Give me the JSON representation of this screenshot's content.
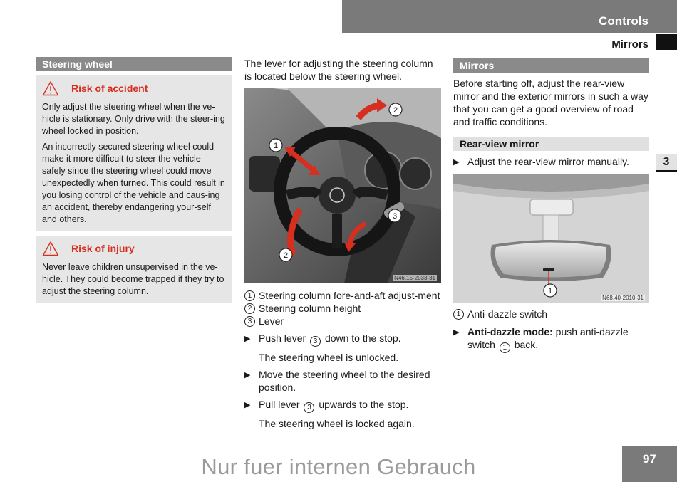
{
  "header": {
    "title": "Controls",
    "subtitle": "Mirrors",
    "chapter": "3",
    "page_number": "97"
  },
  "steering": {
    "heading": "Steering wheel",
    "warning1": {
      "title": "Risk of accident",
      "p1": "Only adjust the steering wheel when the ve-hicle is stationary. Only drive with the steer-ing wheel locked in position.",
      "p2": "An incorrectly secured steering wheel could make it more difficult to steer the vehicle safely since the steering wheel could move unexpectedly when turned. This could result in you losing control of the vehicle and caus-ing an accident, thereby endangering your-self and others."
    },
    "warning2": {
      "title": "Risk of injury",
      "p1": "Never leave children unsupervised in the ve-hicle. They could become trapped if they try to adjust the steering column."
    }
  },
  "middle": {
    "intro": "The lever for adjusting the steering column is located below the steering wheel.",
    "figure_code": "N46.15-2033-31",
    "callouts": [
      "1",
      "2",
      "2",
      "3"
    ],
    "legend": [
      {
        "num": "1",
        "text": "Steering column fore-and-aft adjust-ment"
      },
      {
        "num": "2",
        "text": "Steering column height"
      },
      {
        "num": "3",
        "text": "Lever"
      }
    ],
    "step1": {
      "before": "Push lever",
      "num": "3",
      "after": "down to the stop."
    },
    "result1": "The steering wheel is unlocked.",
    "step2": "Move the steering wheel to the desired position.",
    "step3": {
      "before": "Pull lever",
      "num": "3",
      "after": "upwards to the stop."
    },
    "result3": "The steering wheel is locked again."
  },
  "mirrors": {
    "heading": "Mirrors",
    "intro": "Before starting off, adjust the rear-view mirror and the exterior mirrors in such a way that you can get a good overview of road and traffic conditions.",
    "sub_heading": "Rear-view mirror",
    "step1": "Adjust the rear-view mirror manually.",
    "figure_code": "N68.40-2010-31",
    "callout": "1",
    "legend": [
      {
        "num": "1",
        "text": "Anti-dazzle switch"
      }
    ],
    "step2": {
      "bold": "Anti-dazzle mode:",
      "before": "push anti-dazzle switch",
      "num": "1",
      "after": "back."
    }
  },
  "watermark": "Nur fuer internen Gebrauch",
  "colors": {
    "header_bg": "#7a7a7a",
    "warning_red": "#d62e1f",
    "box_bg": "#e6e6e6"
  }
}
